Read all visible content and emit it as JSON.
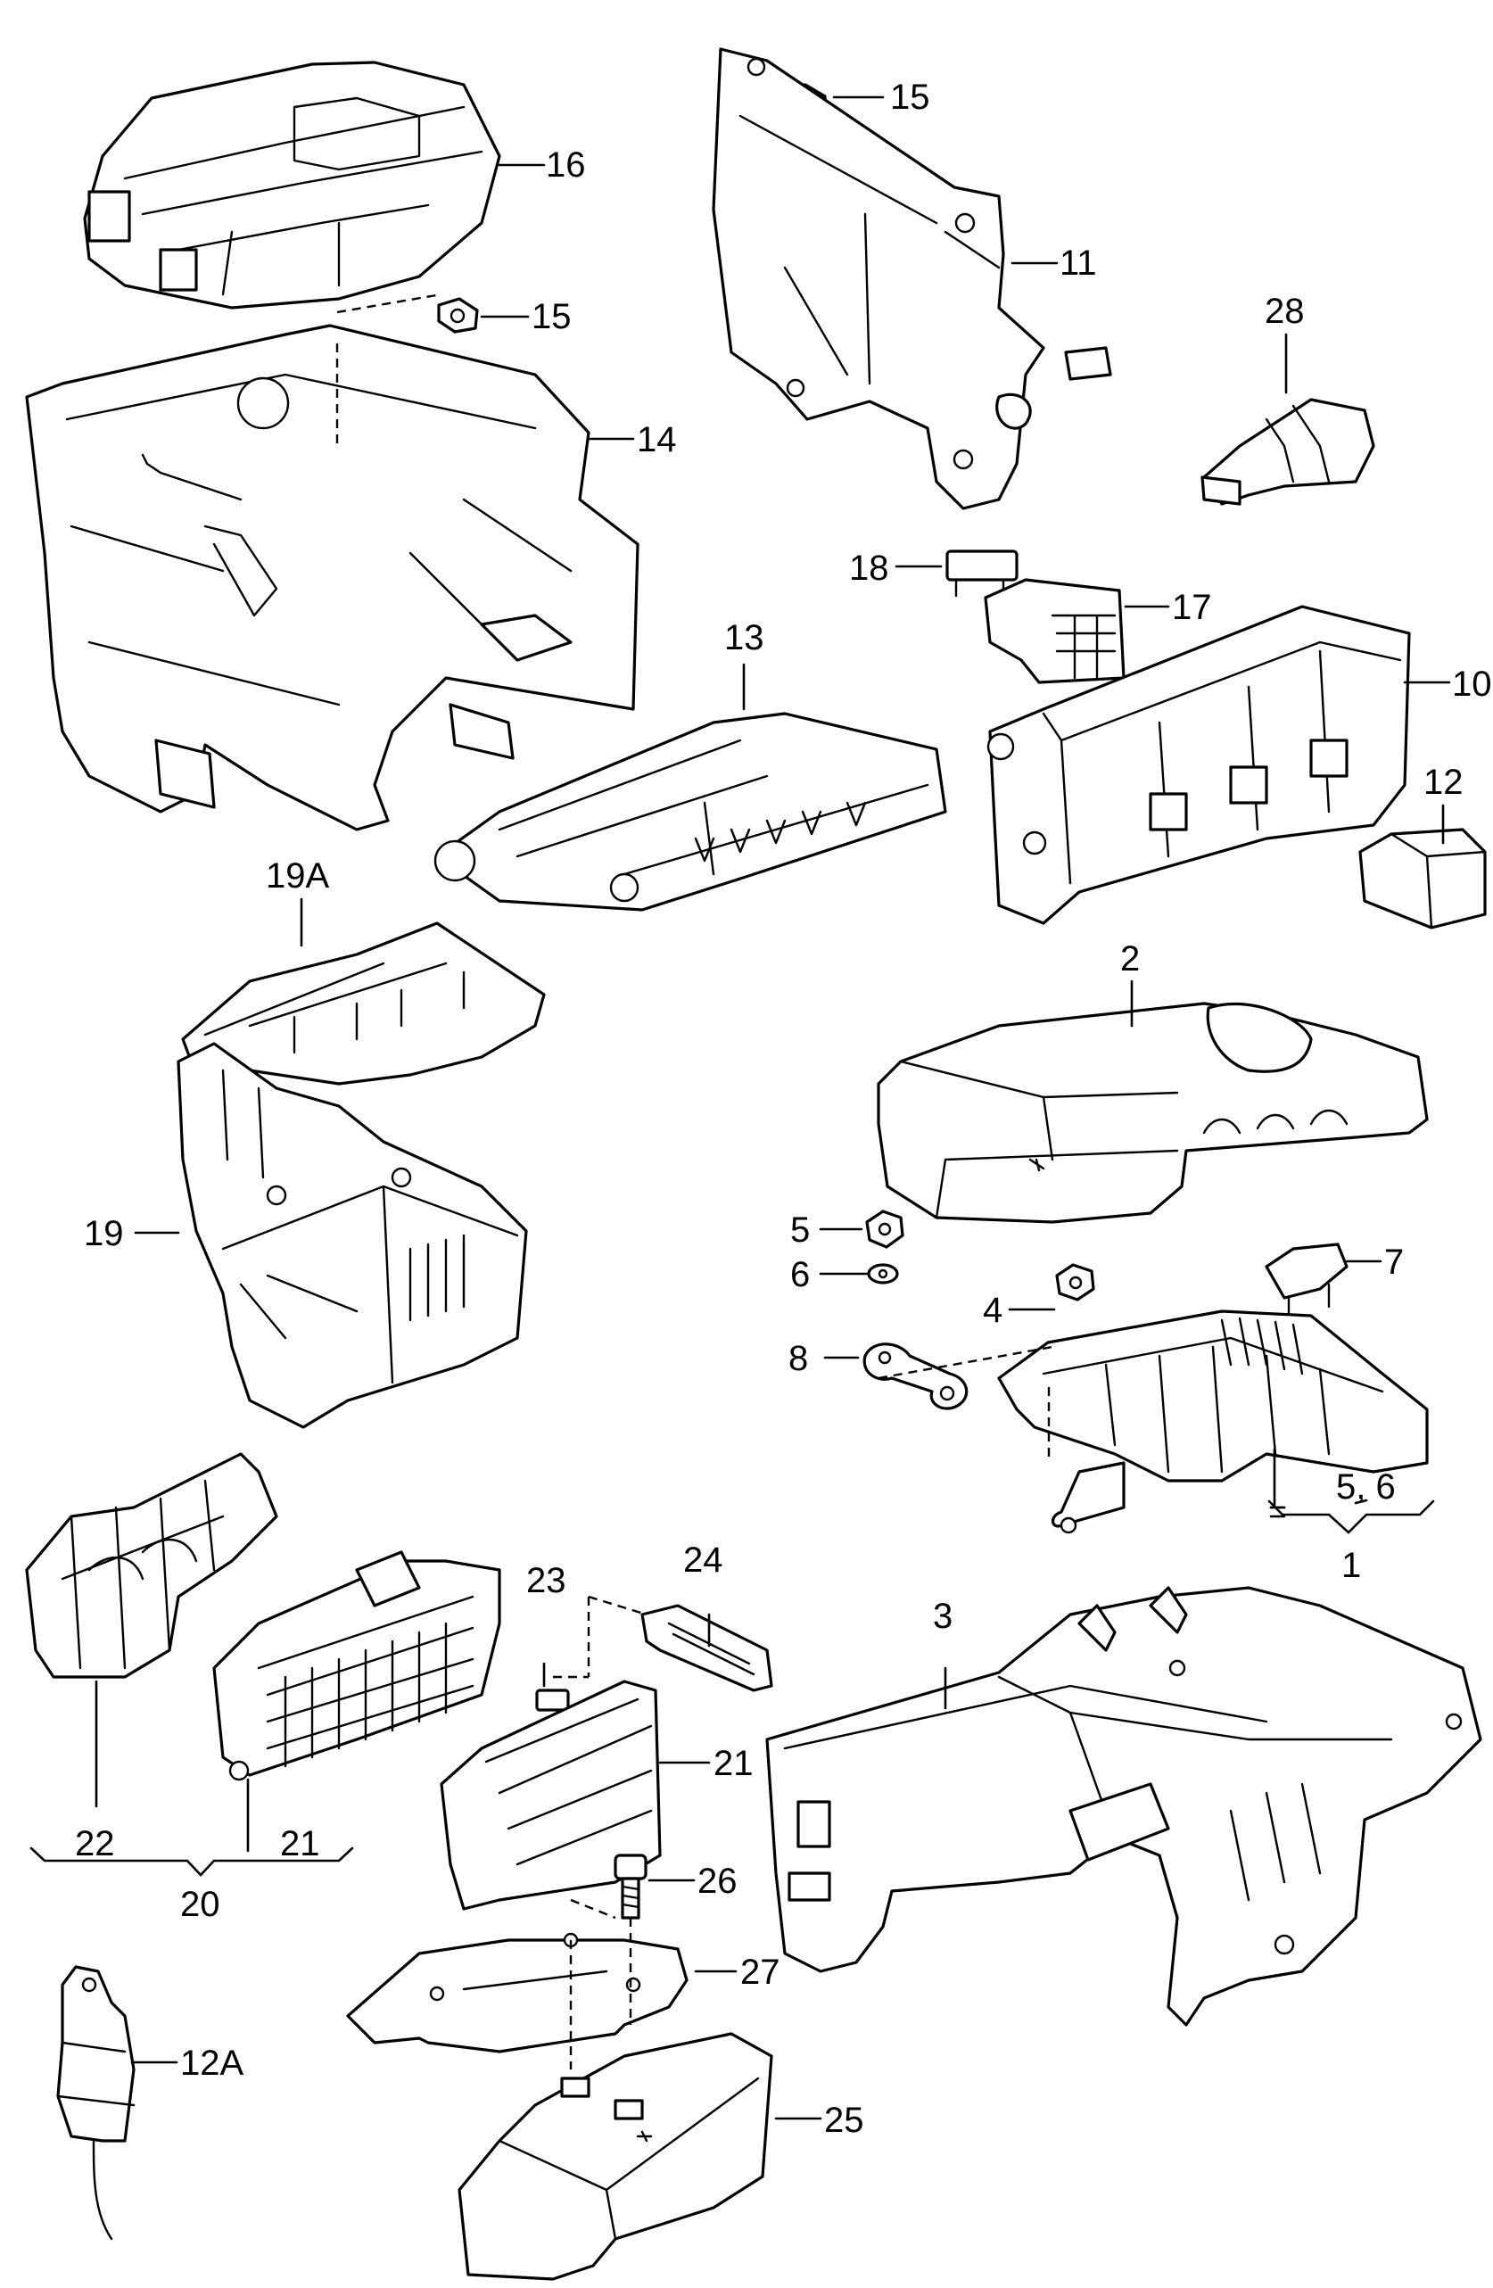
{
  "diagram": {
    "callouts": [
      {
        "id": "c15a",
        "label": "15"
      },
      {
        "id": "c16",
        "label": "16"
      },
      {
        "id": "c15b",
        "label": "15"
      },
      {
        "id": "c11",
        "label": "11"
      },
      {
        "id": "c28",
        "label": "28"
      },
      {
        "id": "c14",
        "label": "14"
      },
      {
        "id": "c18",
        "label": "18"
      },
      {
        "id": "c17",
        "label": "17"
      },
      {
        "id": "c13",
        "label": "13"
      },
      {
        "id": "c10",
        "label": "10"
      },
      {
        "id": "c12",
        "label": "12"
      },
      {
        "id": "c19A",
        "label": "19A"
      },
      {
        "id": "c2",
        "label": "2"
      },
      {
        "id": "c19",
        "label": "19"
      },
      {
        "id": "c5",
        "label": "5"
      },
      {
        "id": "c6",
        "label": "6"
      },
      {
        "id": "c8",
        "label": "8"
      },
      {
        "id": "c4",
        "label": "4"
      },
      {
        "id": "c7",
        "label": "7"
      },
      {
        "id": "c56",
        "label": "5, 6"
      },
      {
        "id": "c1",
        "label": "1"
      },
      {
        "id": "c23",
        "label": "23"
      },
      {
        "id": "c24",
        "label": "24"
      },
      {
        "id": "c3",
        "label": "3"
      },
      {
        "id": "c21a",
        "label": "21"
      },
      {
        "id": "c22",
        "label": "22"
      },
      {
        "id": "c21b",
        "label": "21"
      },
      {
        "id": "c20",
        "label": "20"
      },
      {
        "id": "c26",
        "label": "26"
      },
      {
        "id": "c27",
        "label": "27"
      },
      {
        "id": "c12A",
        "label": "12A"
      },
      {
        "id": "c25",
        "label": "25"
      }
    ]
  }
}
